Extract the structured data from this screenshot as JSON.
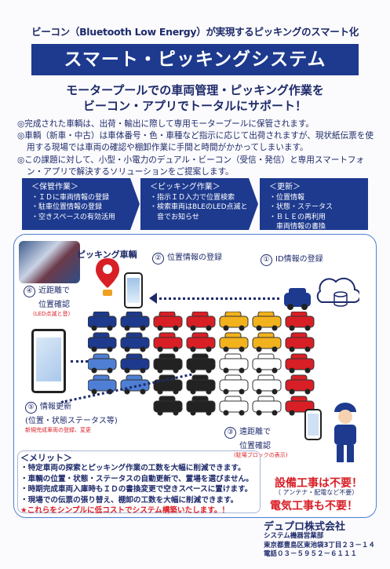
{
  "header": {
    "subtitle": "ビーコン（Bluetooth Low Energy）が実現するピッキングのスマート化",
    "title": "スマート・ピッキングシステム",
    "tagline1": "モータープールでの車両管理・ピッキング作業を",
    "tagline2": "ビーコン・アプリでトータルにサポート！"
  },
  "lead": [
    "完成された車輌は、出荷・輸出に際して専用モータープールに保管されます。",
    "車輌（新車・中古）は車体番号・色・車種など指示に応じて出荷されますが、現状紙伝票を使用する現場では車両の確認や棚卸作業に手間と時間がかかってしまいます。",
    "この課題に対して、小型・小電力のデュアル・ビーコン（受信・発信）と専用スマートフォン・アプリで解決するソリューションをご提案します。"
  ],
  "features": [
    {
      "title": "＜保管作業＞",
      "items": [
        "・ＩＤに車両情報の登録",
        "・駐車位置情報の登録",
        "・空きスペースの有効活用"
      ]
    },
    {
      "title": "＜ピッキング作業＞",
      "items": [
        "・指示ＩＤ入力で位置検索",
        "・検索車両はBLEのLED点滅と",
        "　音でお知らせ"
      ]
    },
    {
      "title": "＜更新＞",
      "items": [
        "・位置情報",
        "・状態・ステータス",
        "・ＢＬＥの再利用",
        "　車両情報の書換"
      ]
    }
  ],
  "diagram": {
    "picking_car": "ピッキング車輌",
    "step1": {
      "num": "①",
      "label": "ID情報の登録"
    },
    "step2": {
      "num": "②",
      "label": "位置情報の登録"
    },
    "step3": {
      "num": "③",
      "label1": "遠距離で",
      "label2": "位置確認",
      "note": "(駐場ブロックの表示)"
    },
    "step4": {
      "num": "④",
      "label1": "近距離で",
      "label2": "位置確認",
      "note": "(LED点滅と音)"
    },
    "step5": {
      "num": "⑤",
      "label1": "情報更新",
      "label2": "(位置・状態ステータス等)",
      "note": "新規完成車両の登録、変更"
    }
  },
  "merit": {
    "title": "＜メリット＞",
    "items": [
      "・特定車両の探索とピッキング作業の工数を大幅に削減できます。",
      "・車輌の位置・状態・ステータスの自動更新で、置場を選びません。",
      "・時期完成車両入庫時もＩＤの書換変更で空きスペースに置けます。",
      "・現場での伝票の張り替え、棚卸の工数を大幅に削減できます。"
    ],
    "closing": "★これらをシンプルに低コストでシステム構築いたします。！"
  },
  "callout": {
    "line1": "設備工事は不要！",
    "line2": "（ アンテナ・配電など不要）",
    "line3": "電気工事も不要！"
  },
  "company": {
    "name": "デュプロ株式会社",
    "dept": "システム機器営業部",
    "address": "東京都豊島区東池袋3丁目２３－１４",
    "phone": "電話０３－５９５２－６１１１"
  },
  "colors": {
    "navy": "#1d3a8e",
    "red": "#d81f26",
    "yellow": "#f2b21c"
  }
}
